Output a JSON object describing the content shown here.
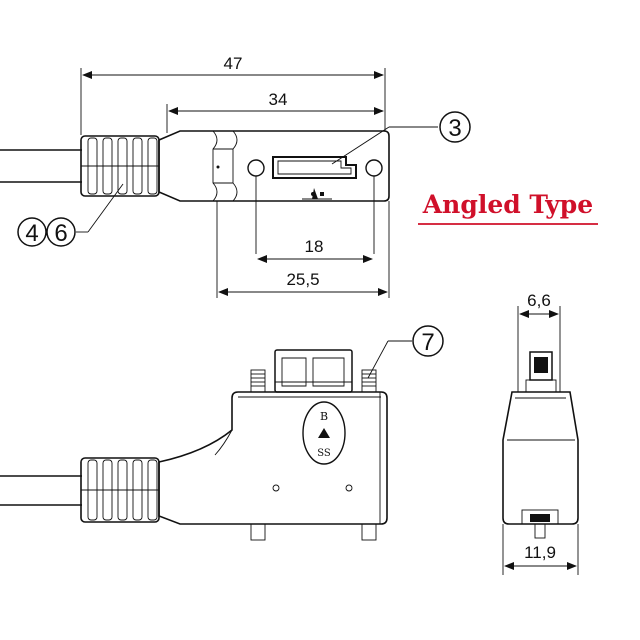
{
  "title": {
    "text": "Angled Type",
    "color": "#d0102a"
  },
  "dimensions": {
    "overall_length": "47",
    "housing_length": "34",
    "screw_spacing": "18",
    "body_length": "25,5",
    "top_width": "6,6",
    "bottom_width": "11,9"
  },
  "callouts": {
    "screw": "3",
    "boot_a": "4",
    "boot_b": "6",
    "side_screw": "7"
  },
  "badge": {
    "line1": "B",
    "line2": "SS"
  },
  "colors": {
    "line": "#111111",
    "title": "#d0102a",
    "background": "#ffffff"
  }
}
